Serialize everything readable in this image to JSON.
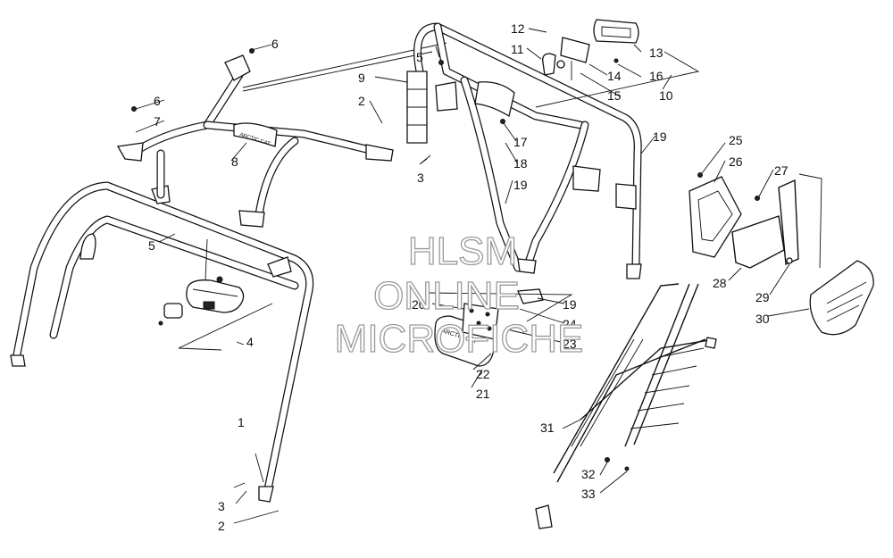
{
  "watermark": {
    "line1": "HLSM",
    "line2": "ONLINE",
    "line3": "MICROFICHE"
  },
  "decals": {
    "bar_decal": "ARCTIC CAT",
    "lamp_decal": "ARCTIC CAT"
  },
  "callouts": {
    "c1": "1",
    "c2a": "2",
    "c2b": "2",
    "c3a": "3",
    "c3b": "3",
    "c4": "4",
    "c5a": "5",
    "c5b": "5",
    "c6a": "6",
    "c6b": "6",
    "c7": "7",
    "c8": "8",
    "c9": "9",
    "c10": "10",
    "c11": "11",
    "c12": "12",
    "c13": "13",
    "c14": "14",
    "c15": "15",
    "c16": "16",
    "c17": "17",
    "c18": "18",
    "c19a": "19",
    "c19b": "19",
    "c19c": "19",
    "c20": "20",
    "c21": "21",
    "c22": "22",
    "c23": "23",
    "c24": "24",
    "c25": "25",
    "c26": "26",
    "c27": "27",
    "c28": "28",
    "c29": "29",
    "c30": "30",
    "c31": "31",
    "c32": "32",
    "c33": "33"
  }
}
